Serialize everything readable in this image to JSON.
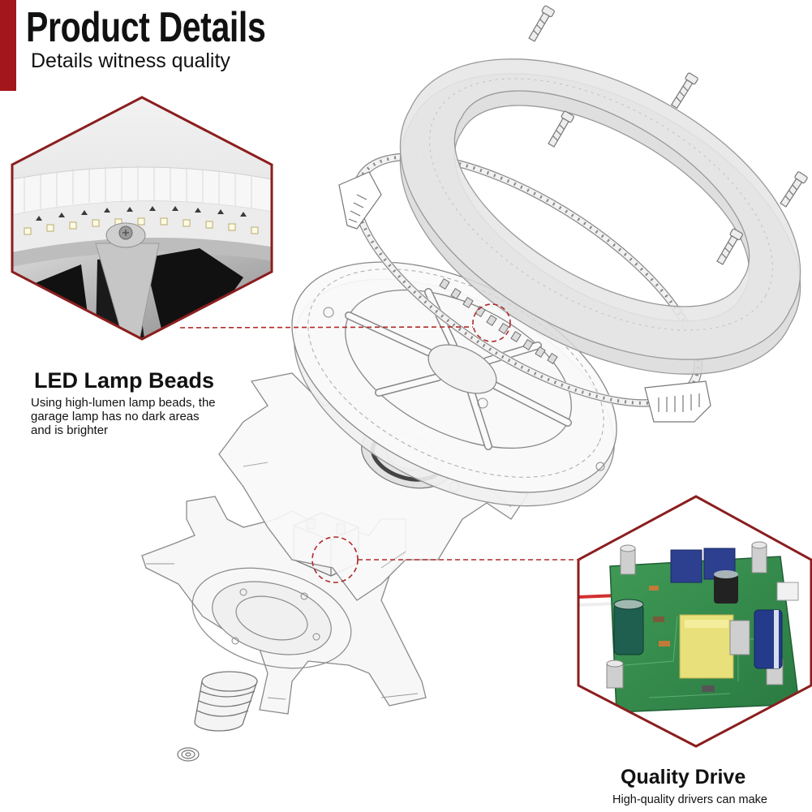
{
  "header": {
    "title": "Product Details",
    "subtitle": "Details witness quality"
  },
  "features": {
    "led_beads": {
      "title": "LED Lamp Beads",
      "lines": [
        "Using high-lumen lamp beads, the",
        "garage lamp has no dark areas",
        "and is brighter"
      ]
    },
    "quality_drive": {
      "title": "Quality Drive",
      "lines": [
        "High-quality drivers can make"
      ]
    }
  },
  "colors": {
    "accent": "#a3161c",
    "frame": "#8b1e1e",
    "callout": "#b02a2a",
    "text": "#111111"
  }
}
